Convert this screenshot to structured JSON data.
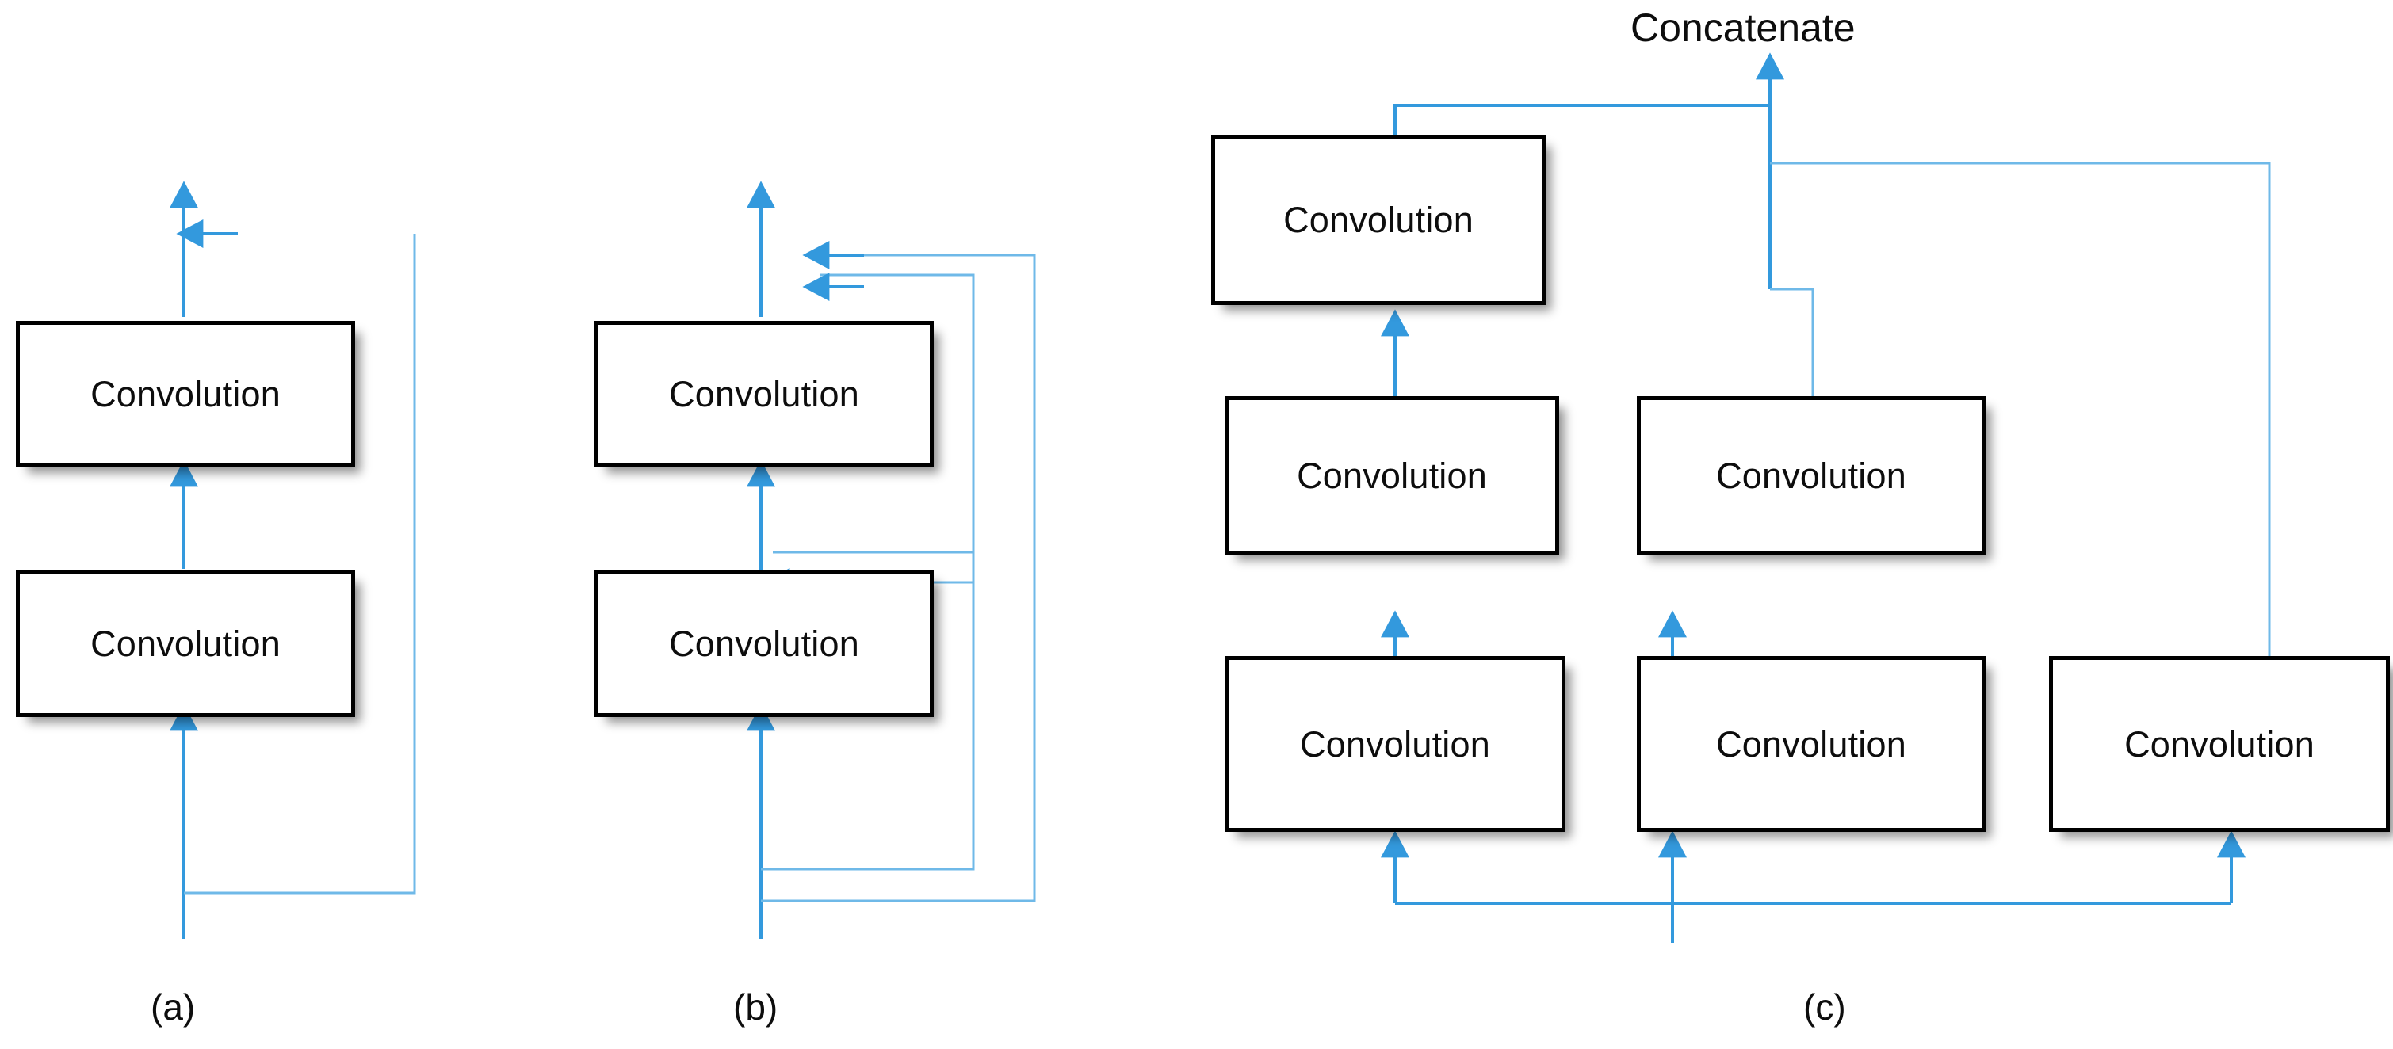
{
  "figure": {
    "background_color": "#ffffff",
    "box_border_color": "#000000",
    "arrow_color": "#3399dd",
    "text_color": "#0d0d0d",
    "description": "Three neural-network block diagrams comparing residual / dense / inception style convolution connectivity"
  },
  "panels": [
    {
      "id": "a",
      "caption": "(a)",
      "blocks": [
        {
          "label": "Convolution"
        },
        {
          "label": "Convolution"
        }
      ]
    },
    {
      "id": "b",
      "caption": "(b)",
      "blocks": [
        {
          "label": "Convolution"
        },
        {
          "label": "Convolution"
        }
      ]
    },
    {
      "id": "c",
      "caption": "(c)",
      "output_label": "Concatenate",
      "blocks": [
        {
          "label": "Convolution"
        },
        {
          "label": "Convolution"
        },
        {
          "label": "Convolution"
        },
        {
          "label": "Convolution"
        },
        {
          "label": "Convolution"
        },
        {
          "label": "Convolution"
        }
      ]
    }
  ]
}
